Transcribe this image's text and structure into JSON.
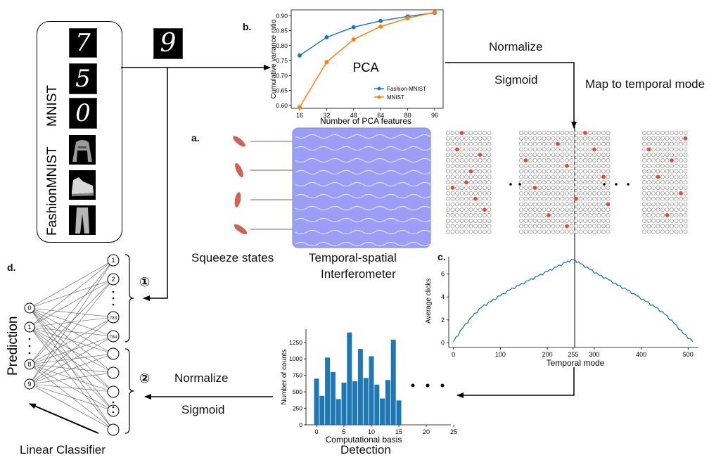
{
  "panels": {
    "a": "a.",
    "b": "b.",
    "c": "c.",
    "d": "d."
  },
  "datasets": {
    "mnist": "MNIST",
    "fashion": "FashionMNIST"
  },
  "input_digit": "9",
  "mnist_digits": [
    "7",
    "5",
    "0"
  ],
  "steps": {
    "normalize_top": "Normalize",
    "sigmoid_top": "Sigmoid",
    "map_temporal": "Map to temporal mode",
    "squeeze": "Squeeze states",
    "interferometer_line1": "Temporal-spatial",
    "interferometer_line2": "Interferometer",
    "normalize_bottom": "Normalize",
    "sigmoid_bottom": "Sigmoid",
    "detection": "Detection",
    "linear_classifier": "Linear Classifier",
    "prediction": "Prediction",
    "pca": "PCA",
    "marker1": "①",
    "marker2": "②"
  },
  "network": {
    "output_nodes": [
      "0",
      "1",
      "8",
      "9"
    ],
    "input_nodes_top": [
      "1",
      "2",
      "783",
      "784"
    ]
  },
  "chart_data": [
    {
      "id": "b",
      "type": "line",
      "xlabel": "Number of PCA features",
      "ylabel": "Cumulative variance ratio",
      "x": [
        16,
        32,
        48,
        64,
        80,
        96
      ],
      "xticks": [
        "16",
        "32",
        "48",
        "64",
        "80",
        "96"
      ],
      "yticks": [
        "0.60",
        "0.65",
        "0.70",
        "0.75",
        "0.80",
        "0.85",
        "0.90"
      ],
      "ylim": [
        0.59,
        0.92
      ],
      "series": [
        {
          "name": "Fashion-MNIST",
          "color": "#1f77b4",
          "values": [
            0.767,
            0.828,
            0.862,
            0.883,
            0.898,
            0.91
          ]
        },
        {
          "name": "MNIST",
          "color": "#ff7f0e",
          "values": [
            0.594,
            0.745,
            0.821,
            0.864,
            0.892,
            0.912
          ]
        }
      ],
      "legend": "bottom-right"
    },
    {
      "id": "c",
      "type": "line",
      "xlabel": "Temporal mode",
      "ylabel": "Average clicks",
      "xticks": [
        "0",
        "100",
        "200",
        "255",
        "300",
        "400",
        "500"
      ],
      "yticks": [
        "0",
        "2",
        "4",
        "6"
      ],
      "xlim": [
        -10,
        522
      ],
      "ylim": [
        -0.4,
        7.5
      ],
      "color": "#1f77b4",
      "x": [
        0,
        20,
        40,
        60,
        80,
        100,
        120,
        140,
        160,
        180,
        200,
        220,
        240,
        255,
        270,
        290,
        310,
        330,
        350,
        370,
        390,
        410,
        430,
        450,
        470,
        490,
        510
      ],
      "y": [
        0.1,
        1.3,
        2.3,
        3.1,
        3.6,
        4.1,
        4.6,
        5.0,
        5.4,
        5.8,
        6.2,
        6.6,
        7.0,
        7.25,
        6.9,
        6.4,
        5.9,
        5.5,
        5.0,
        4.6,
        4.1,
        3.6,
        3.1,
        2.5,
        1.7,
        0.8,
        0.1
      ]
    },
    {
      "id": "detection",
      "type": "bar",
      "xlabel": "Computational basis",
      "ylabel": "Number of counts",
      "xticks": [
        "0",
        "5",
        "10",
        "15",
        "20",
        "25"
      ],
      "yticks": [
        "0",
        "250",
        "500",
        "750",
        "1000",
        "1250"
      ],
      "ylim": [
        0,
        1450
      ],
      "color": "#1f77b4",
      "categories": [
        0,
        1,
        2,
        3,
        4,
        5,
        6,
        7,
        8,
        9,
        10,
        11,
        12,
        13,
        14,
        15
      ],
      "values": [
        700,
        440,
        1020,
        800,
        390,
        640,
        1400,
        660,
        1150,
        710,
        1040,
        610,
        400,
        680,
        1290,
        370
      ]
    }
  ]
}
